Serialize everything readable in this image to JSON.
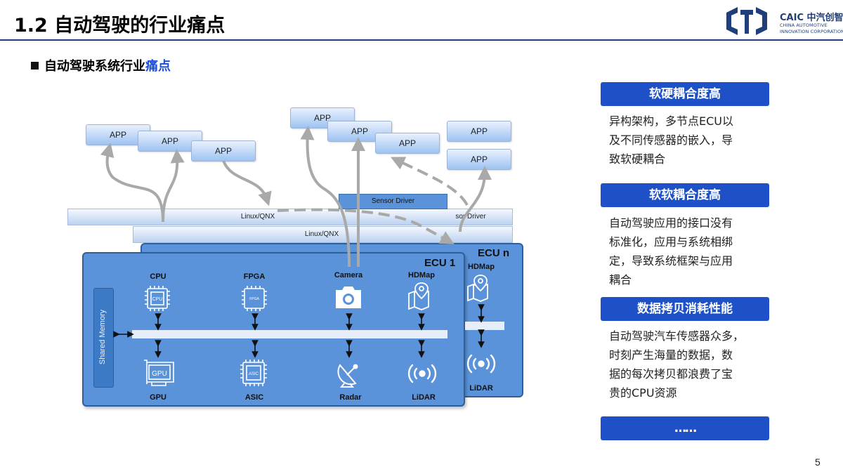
{
  "header": {
    "title": "1.2 自动驾驶的行业痛点",
    "logo_main": "CAIC 中汽创智",
    "logo_sub1": "CHINA AUTOMOTIVE",
    "logo_sub2": "INNOVATION CORPORATION",
    "brand_color": "#1f3f7a"
  },
  "subtitle": {
    "prefix": "自动驾驶系统行业",
    "highlight": "痛点"
  },
  "diagram": {
    "apps": [
      "APP",
      "APP",
      "APP",
      "APP",
      "APP",
      "APP",
      "APP",
      "APP"
    ],
    "os_bar_1": "Linux/QNX",
    "os_bar_2": "Linux/QNX",
    "sensor_driver_1": "Sensor Driver",
    "sensor_driver_2": "sor Driver",
    "ecu1": {
      "title": "ECU 1",
      "shared_memory": "Shared Memory",
      "top_chips": [
        "CPU",
        "FPGA",
        "Camera",
        "HDMap"
      ],
      "bottom_chips": [
        "GPU",
        "ASIC",
        "Radar",
        "LiDAR"
      ],
      "chip_inner": {
        "cpu": "CPU",
        "fpga": "FPGA",
        "gpu": "GPU",
        "asic": "ASIC"
      }
    },
    "ecun": {
      "title": "ECU n",
      "top_chip": "HDMap",
      "bottom_chip": "LiDAR"
    }
  },
  "panels": [
    {
      "heading": "软硬耦合度高",
      "body": [
        "异构架构，多节点ECU以",
        "及不同传感器的嵌入，导",
        "致软硬耦合"
      ]
    },
    {
      "heading": "软软耦合度高",
      "body": [
        "自动驾驶应用的接口没有",
        "标准化，应用与系统相绑",
        "定，导致系统框架与应用",
        "耦合"
      ]
    },
    {
      "heading": "数据拷贝消耗性能",
      "body": [
        "自动驾驶汽车传感器众多，",
        "时刻产生海量的数据，数",
        "据的每次拷贝都浪费了宝",
        "贵的CPU资源"
      ]
    },
    {
      "heading": "……",
      "body": []
    }
  ],
  "page_number": "5",
  "colors": {
    "accent": "#1e50c8",
    "highlight": "#1a4fd6",
    "ecu": "#5a93d9"
  }
}
